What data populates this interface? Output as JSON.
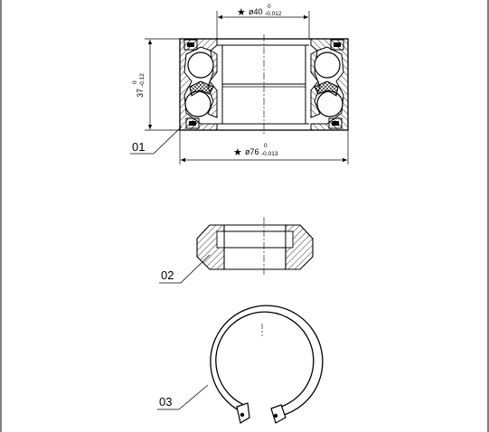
{
  "dimensions": {
    "bore": {
      "prefix": "★",
      "nominal": "ø40",
      "upper": "0",
      "lower": "-0.012"
    },
    "outer": {
      "prefix": "★",
      "nominal": "ø76",
      "upper": "0",
      "lower": "-0.013"
    },
    "width": {
      "nominal": "37",
      "upper": "0",
      "lower": "-0.12"
    }
  },
  "parts": [
    {
      "id": "01"
    },
    {
      "id": "02"
    },
    {
      "id": "03"
    }
  ]
}
